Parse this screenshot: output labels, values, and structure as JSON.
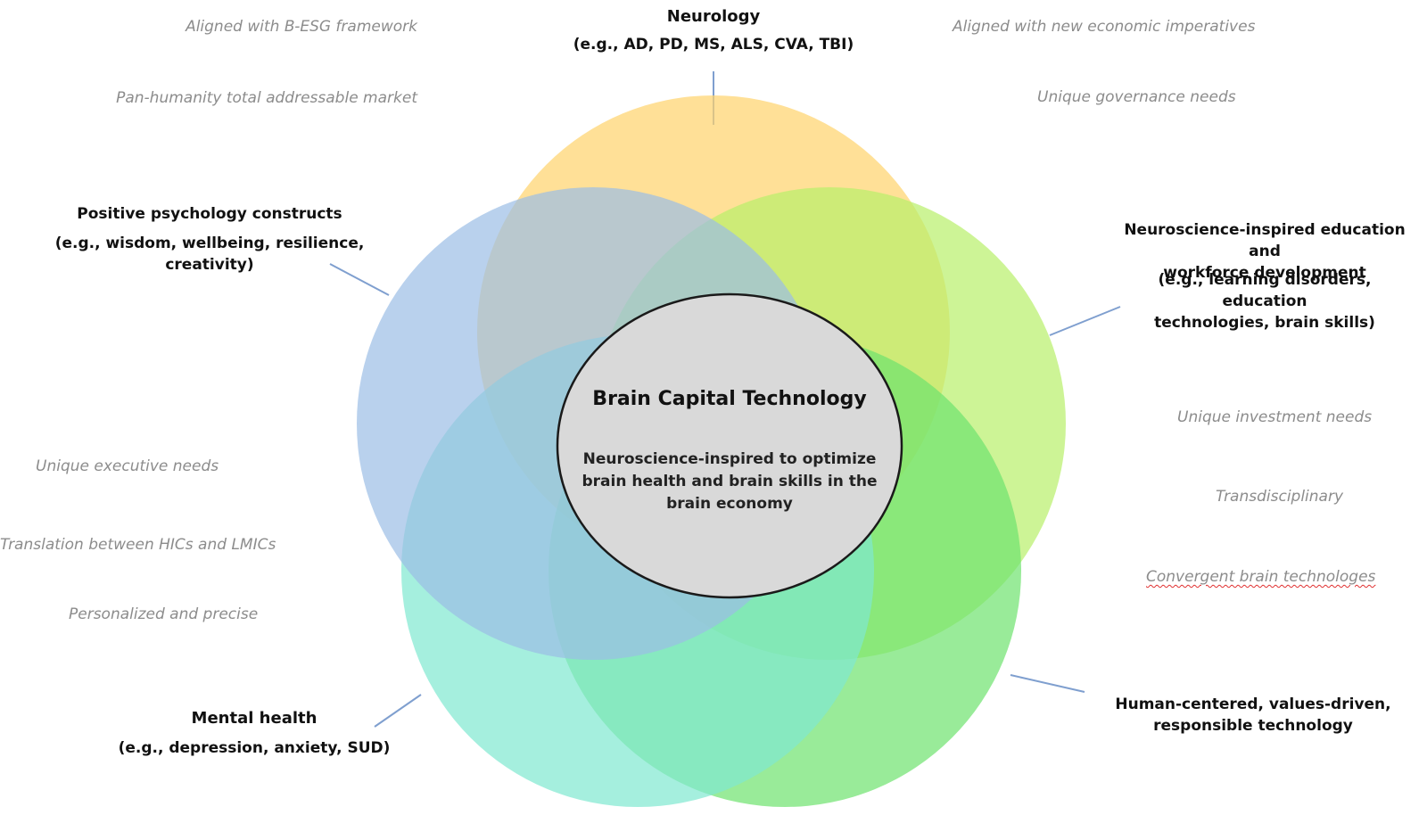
{
  "domains": {
    "neurology": {
      "title": "Neurology",
      "examples": "(e.g., AD, PD, MS, ALS, CVA, TBI)",
      "color": "#ffd36b"
    },
    "education": {
      "title": "Neuroscience-inspired education and\nworkforce development",
      "examples": "(e.g., learning disorders, education\ntechnologies, brain skills)",
      "color": "#b8f06a"
    },
    "responsible": {
      "title": "Human-centered, values-driven,\nresponsible technology",
      "color": "#6ee36e"
    },
    "mental_health": {
      "title": "Mental health",
      "examples": "(e.g., depression, anxiety, SUD)",
      "color": "#7fe8d0"
    },
    "positive_psych": {
      "title": "Positive psychology constructs",
      "examples": "(e.g., wisdom, wellbeing, resilience,\ncreativity)",
      "color": "#9bbde6"
    }
  },
  "center": {
    "title": "Brain Capital Technology",
    "description": "Neuroscience-inspired to optimize\nbrain health and brain skills in the\nbrain economy",
    "fill": "#d9d9d9"
  },
  "attributes_left": [
    "Aligned with B-ESG framework",
    "Pan-humanity total addressable market",
    "Unique executive needs",
    "Translation between HICs and LMICs",
    "Personalized and precise"
  ],
  "attributes_right": [
    "Aligned with new economic imperatives",
    "Unique governance needs",
    "Unique investment needs",
    "Transdisciplinary",
    "Convergent brain technologes"
  ],
  "colors": {
    "connector": "#7f9fcf",
    "attribute_text": "#8c8c8c",
    "label_text": "#111111"
  }
}
